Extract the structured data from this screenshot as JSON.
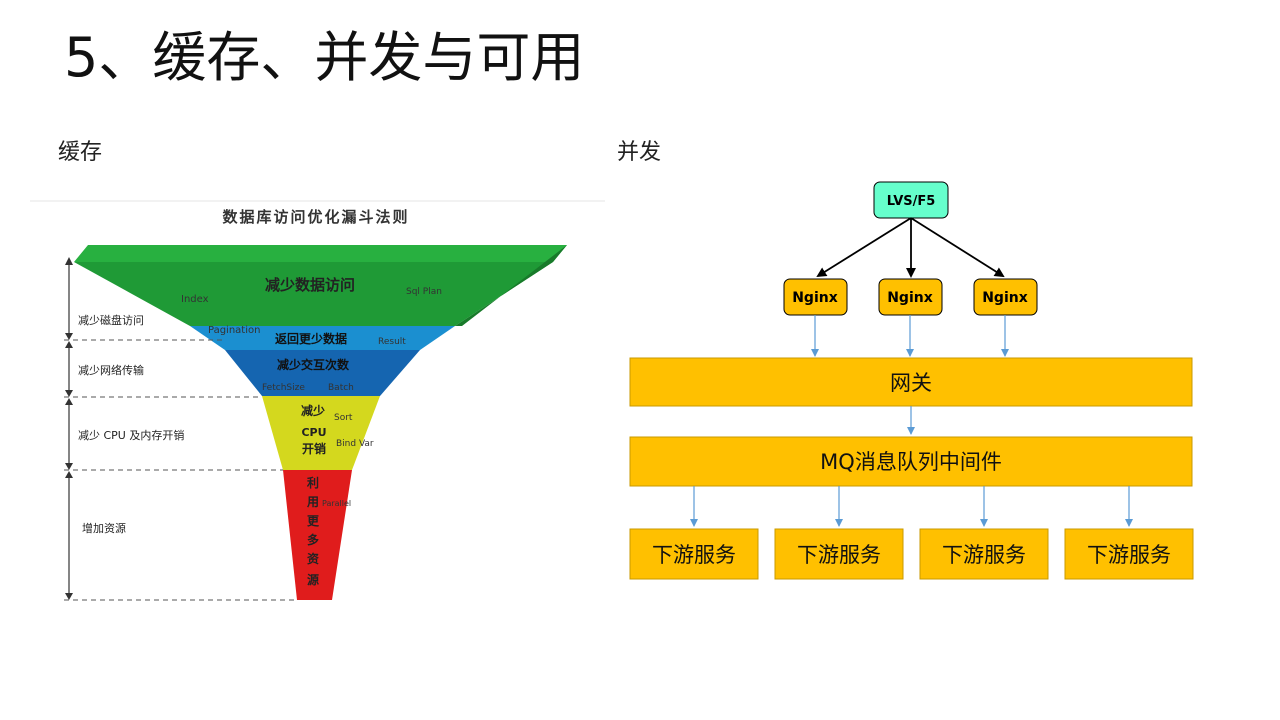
{
  "slide": {
    "title": "5、缓存、并发与可用",
    "left_heading": "缓存",
    "right_heading": "并发"
  },
  "funnel": {
    "title": "数据库访问优化漏斗法则",
    "left_labels": [
      "减少磁盘访问",
      "减少网络传输",
      "减少 CPU 及内存开销",
      "增加资源"
    ],
    "layers": [
      {
        "label": "减少数据访问",
        "color": "#1f9a36",
        "top_color": "#23a83c",
        "tags": [
          "Index",
          "Sql Plan",
          "Pagination"
        ]
      },
      {
        "label": "返回更少数据",
        "color": "#1b8fd0",
        "tags": [
          "Result"
        ]
      },
      {
        "label": "减少交互次数",
        "color": "#1565b0",
        "tags": [
          "FetchSize",
          "Batch"
        ]
      },
      {
        "label_lines": [
          "减少",
          "CPU",
          "开销"
        ],
        "color": "#d4d81e",
        "tags": [
          "Sort",
          "Bind Var"
        ]
      },
      {
        "label_lines": [
          "利",
          "用",
          "更",
          "多",
          "资",
          "源"
        ],
        "color": "#e01c1c",
        "tags": [
          "Parallel"
        ]
      }
    ]
  },
  "arch": {
    "lb": "LVS/F5",
    "nginx": [
      "Nginx",
      "Nginx",
      "Nginx"
    ],
    "gateway": "网关",
    "mq": "MQ消息队列中间件",
    "services": [
      "下游服务",
      "下游服务",
      "下游服务",
      "下游服务"
    ],
    "colors": {
      "lb": "#66ffcc",
      "box": "#ffc000",
      "line": "#5b9bd5"
    }
  }
}
